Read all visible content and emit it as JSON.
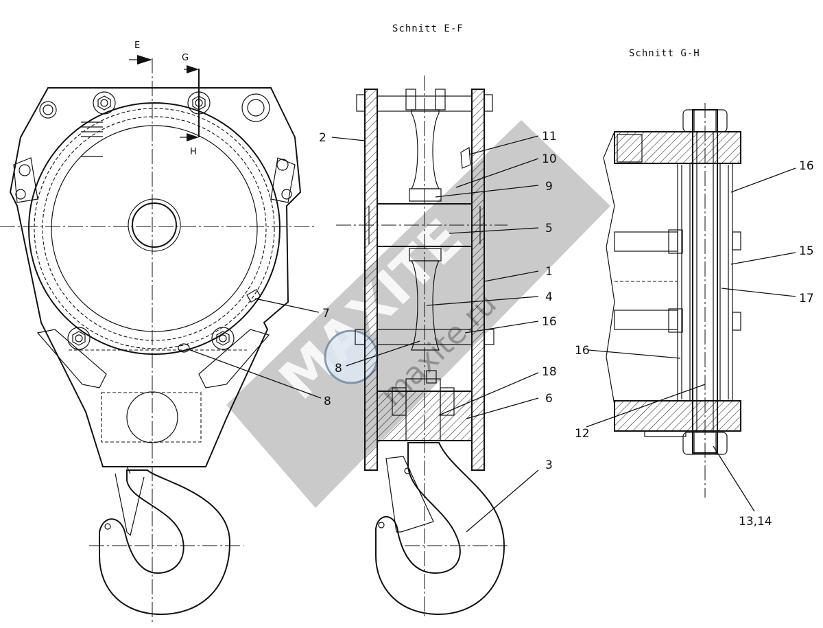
{
  "titles": {
    "section_ef": "Schnitt E-F",
    "section_gh": "Schnitt G-H"
  },
  "section_marks": {
    "e": "E",
    "g": "G",
    "h": "H"
  },
  "part_labels": {
    "p1": "1",
    "p2": "2",
    "p3": "3",
    "p4": "4",
    "p5": "5",
    "p6": "6",
    "p7": "7",
    "p8a": "8",
    "p8b": "8",
    "p9": "9",
    "p10": "10",
    "p11": "11",
    "p12": "12",
    "p13_14": "13,14",
    "p15": "15",
    "p16a": "16",
    "p16b": "16",
    "p16c": "16",
    "p17": "17",
    "p18": "18"
  },
  "watermark": {
    "line1": "MAXITE",
    "line2": "maxite.ru",
    "color": "#8a8a8a"
  }
}
